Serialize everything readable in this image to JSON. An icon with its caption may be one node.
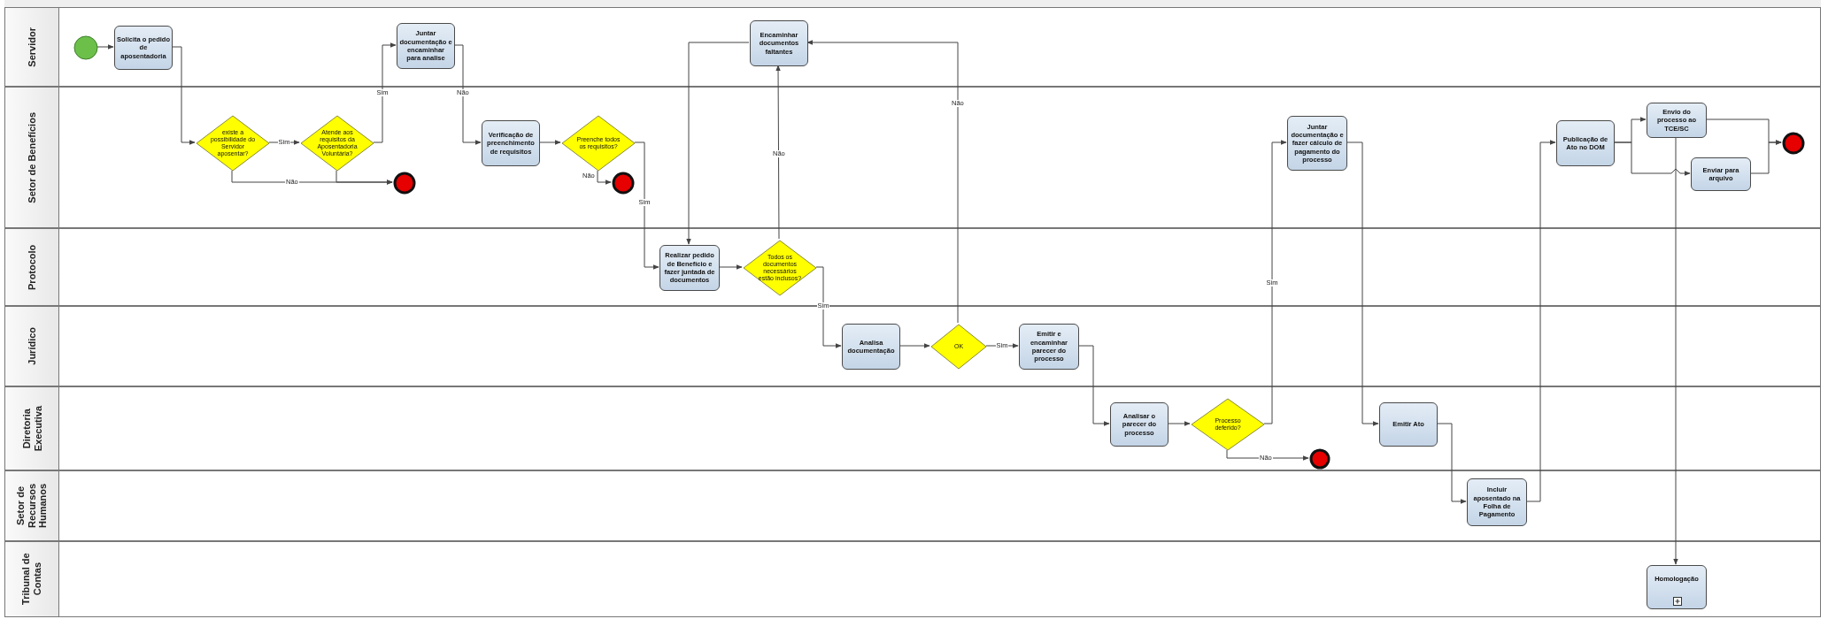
{
  "diagram": {
    "nodes": [
      {
        "text": [
          "Servidor"
        ]
      },
      {
        "text": [
          "Setor de Benefícios"
        ]
      },
      {
        "text": [
          "Protocolo"
        ]
      },
      {
        "text": [
          "Jurídico"
        ]
      },
      {
        "text": [
          "Diretoria Executiva"
        ]
      },
      {
        "text": [
          "Setor de Recursos Humanos"
        ]
      },
      {
        "text": [
          "Tribunal de Contas"
        ]
      },
      {
        "text": [],
        "shape": "circle",
        "in": 0
      },
      {
        "text": [
          "Solicita o pedido de aposentadoria"
        ],
        "in": 0
      },
      {
        "text": [
          "Juntar documentação e encaminhar para analise"
        ],
        "in": 0
      },
      {
        "text": [
          "Encaminhar documentos faltantes"
        ],
        "in": 0
      },
      {
        "text": [
          "existe a possibilidade do Servidor aposentar?"
        ],
        "in": 1
      },
      {
        "text": [
          "Atende aos requisitos da Aposentadoria Voluntária?"
        ],
        "in": 1
      },
      {
        "text": [],
        "shape": "circle",
        "in": 1
      },
      {
        "text": [
          "Verificação de preenchimento de requisitos"
        ],
        "in": 1
      },
      {
        "text": [
          "Preenche todos os requisitos?"
        ],
        "in": 1
      },
      {
        "text": [],
        "shape": "circle",
        "in": 1
      },
      {
        "text": [
          "Juntar documentação e fazer cálculo de pagamento do processo"
        ],
        "in": 1
      },
      {
        "text": [
          "Publicação de Ato no DOM"
        ],
        "in": 1
      },
      {
        "text": [
          "Envio do processo ao TCE/SC"
        ],
        "in": 1
      },
      {
        "text": [
          "Enviar para arquivo"
        ],
        "in": 1
      },
      {
        "text": [],
        "shape": "circle",
        "in": 1
      },
      {
        "text": [
          "Realizar pedido de Benefício e fazer juntada de documentos"
        ],
        "in": 2
      },
      {
        "text": [
          "Todos os documentos necessários estão inclusos?"
        ],
        "in": 2
      },
      {
        "text": [
          "Analisa documentação"
        ],
        "in": 3
      },
      {
        "text": [
          "OK"
        ],
        "in": 3
      },
      {
        "text": [
          "Emitir e encaminhar parecer do processo"
        ],
        "in": 3
      },
      {
        "text": [
          "Analisar o parecer do processo"
        ],
        "in": 4
      },
      {
        "text": [
          "Processo deferido?"
        ],
        "in": 4
      },
      {
        "text": [],
        "shape": "circle",
        "in": 4
      },
      {
        "text": [
          "Emitir Ato"
        ],
        "in": 4
      },
      {
        "text": [
          "Incluir aposentado na Folha de Pagamento"
        ],
        "in": 5
      },
      {
        "text": [
          "Homologação"
        ],
        "in": 6
      }
    ],
    "edges": [
      {
        "from": 7,
        "to": 8,
        "arrow": "to"
      },
      {
        "from": 8,
        "to": 11,
        "arrow": "to"
      },
      {
        "from": 11,
        "to": 12,
        "arrow": "to",
        "label": "Sim"
      },
      {
        "from": 11,
        "to": 13,
        "arrow": "to",
        "label": "Não"
      },
      {
        "from": 12,
        "to": 13,
        "arrow": "to"
      },
      {
        "from": 12,
        "to": 9,
        "arrow": "to",
        "label": "Sim"
      },
      {
        "from": 9,
        "to": 14,
        "arrow": "to",
        "label": "Não"
      },
      {
        "from": 14,
        "to": 15,
        "arrow": "to"
      },
      {
        "from": 15,
        "to": 16,
        "arrow": "to",
        "label": "Não"
      },
      {
        "from": 15,
        "to": 22,
        "arrow": "to",
        "label": "Sim"
      },
      {
        "from": 22,
        "to": 23,
        "arrow": "to"
      },
      {
        "from": 23,
        "to": 10,
        "arrow": "to",
        "label": "Não"
      },
      {
        "from": 10,
        "to": 22,
        "arrow": "to"
      },
      {
        "from": 23,
        "to": 24,
        "arrow": "to",
        "label": "Sim"
      },
      {
        "from": 24,
        "to": 25,
        "arrow": "to"
      },
      {
        "from": 25,
        "to": 10,
        "arrow": "to",
        "label": "Não"
      },
      {
        "from": 25,
        "to": 26,
        "arrow": "to",
        "label": "Sim"
      },
      {
        "from": 26,
        "to": 27,
        "arrow": "to"
      },
      {
        "from": 27,
        "to": 28,
        "arrow": "to"
      },
      {
        "from": 28,
        "to": 17,
        "arrow": "to",
        "label": "Sim"
      },
      {
        "from": 28,
        "to": 29,
        "arrow": "to",
        "label": "Não"
      },
      {
        "from": 17,
        "to": 30,
        "arrow": "to"
      },
      {
        "from": 30,
        "to": 31,
        "arrow": "to"
      },
      {
        "from": 31,
        "to": 18,
        "arrow": "to"
      },
      {
        "from": 18,
        "to": 19,
        "arrow": "to"
      },
      {
        "from": 18,
        "to": 20,
        "arrow": "to"
      },
      {
        "from": 19,
        "to": 21,
        "arrow": "to"
      },
      {
        "from": 20,
        "to": 21,
        "arrow": "to"
      },
      {
        "from": 19,
        "to": 32,
        "arrow": "to"
      }
    ]
  }
}
